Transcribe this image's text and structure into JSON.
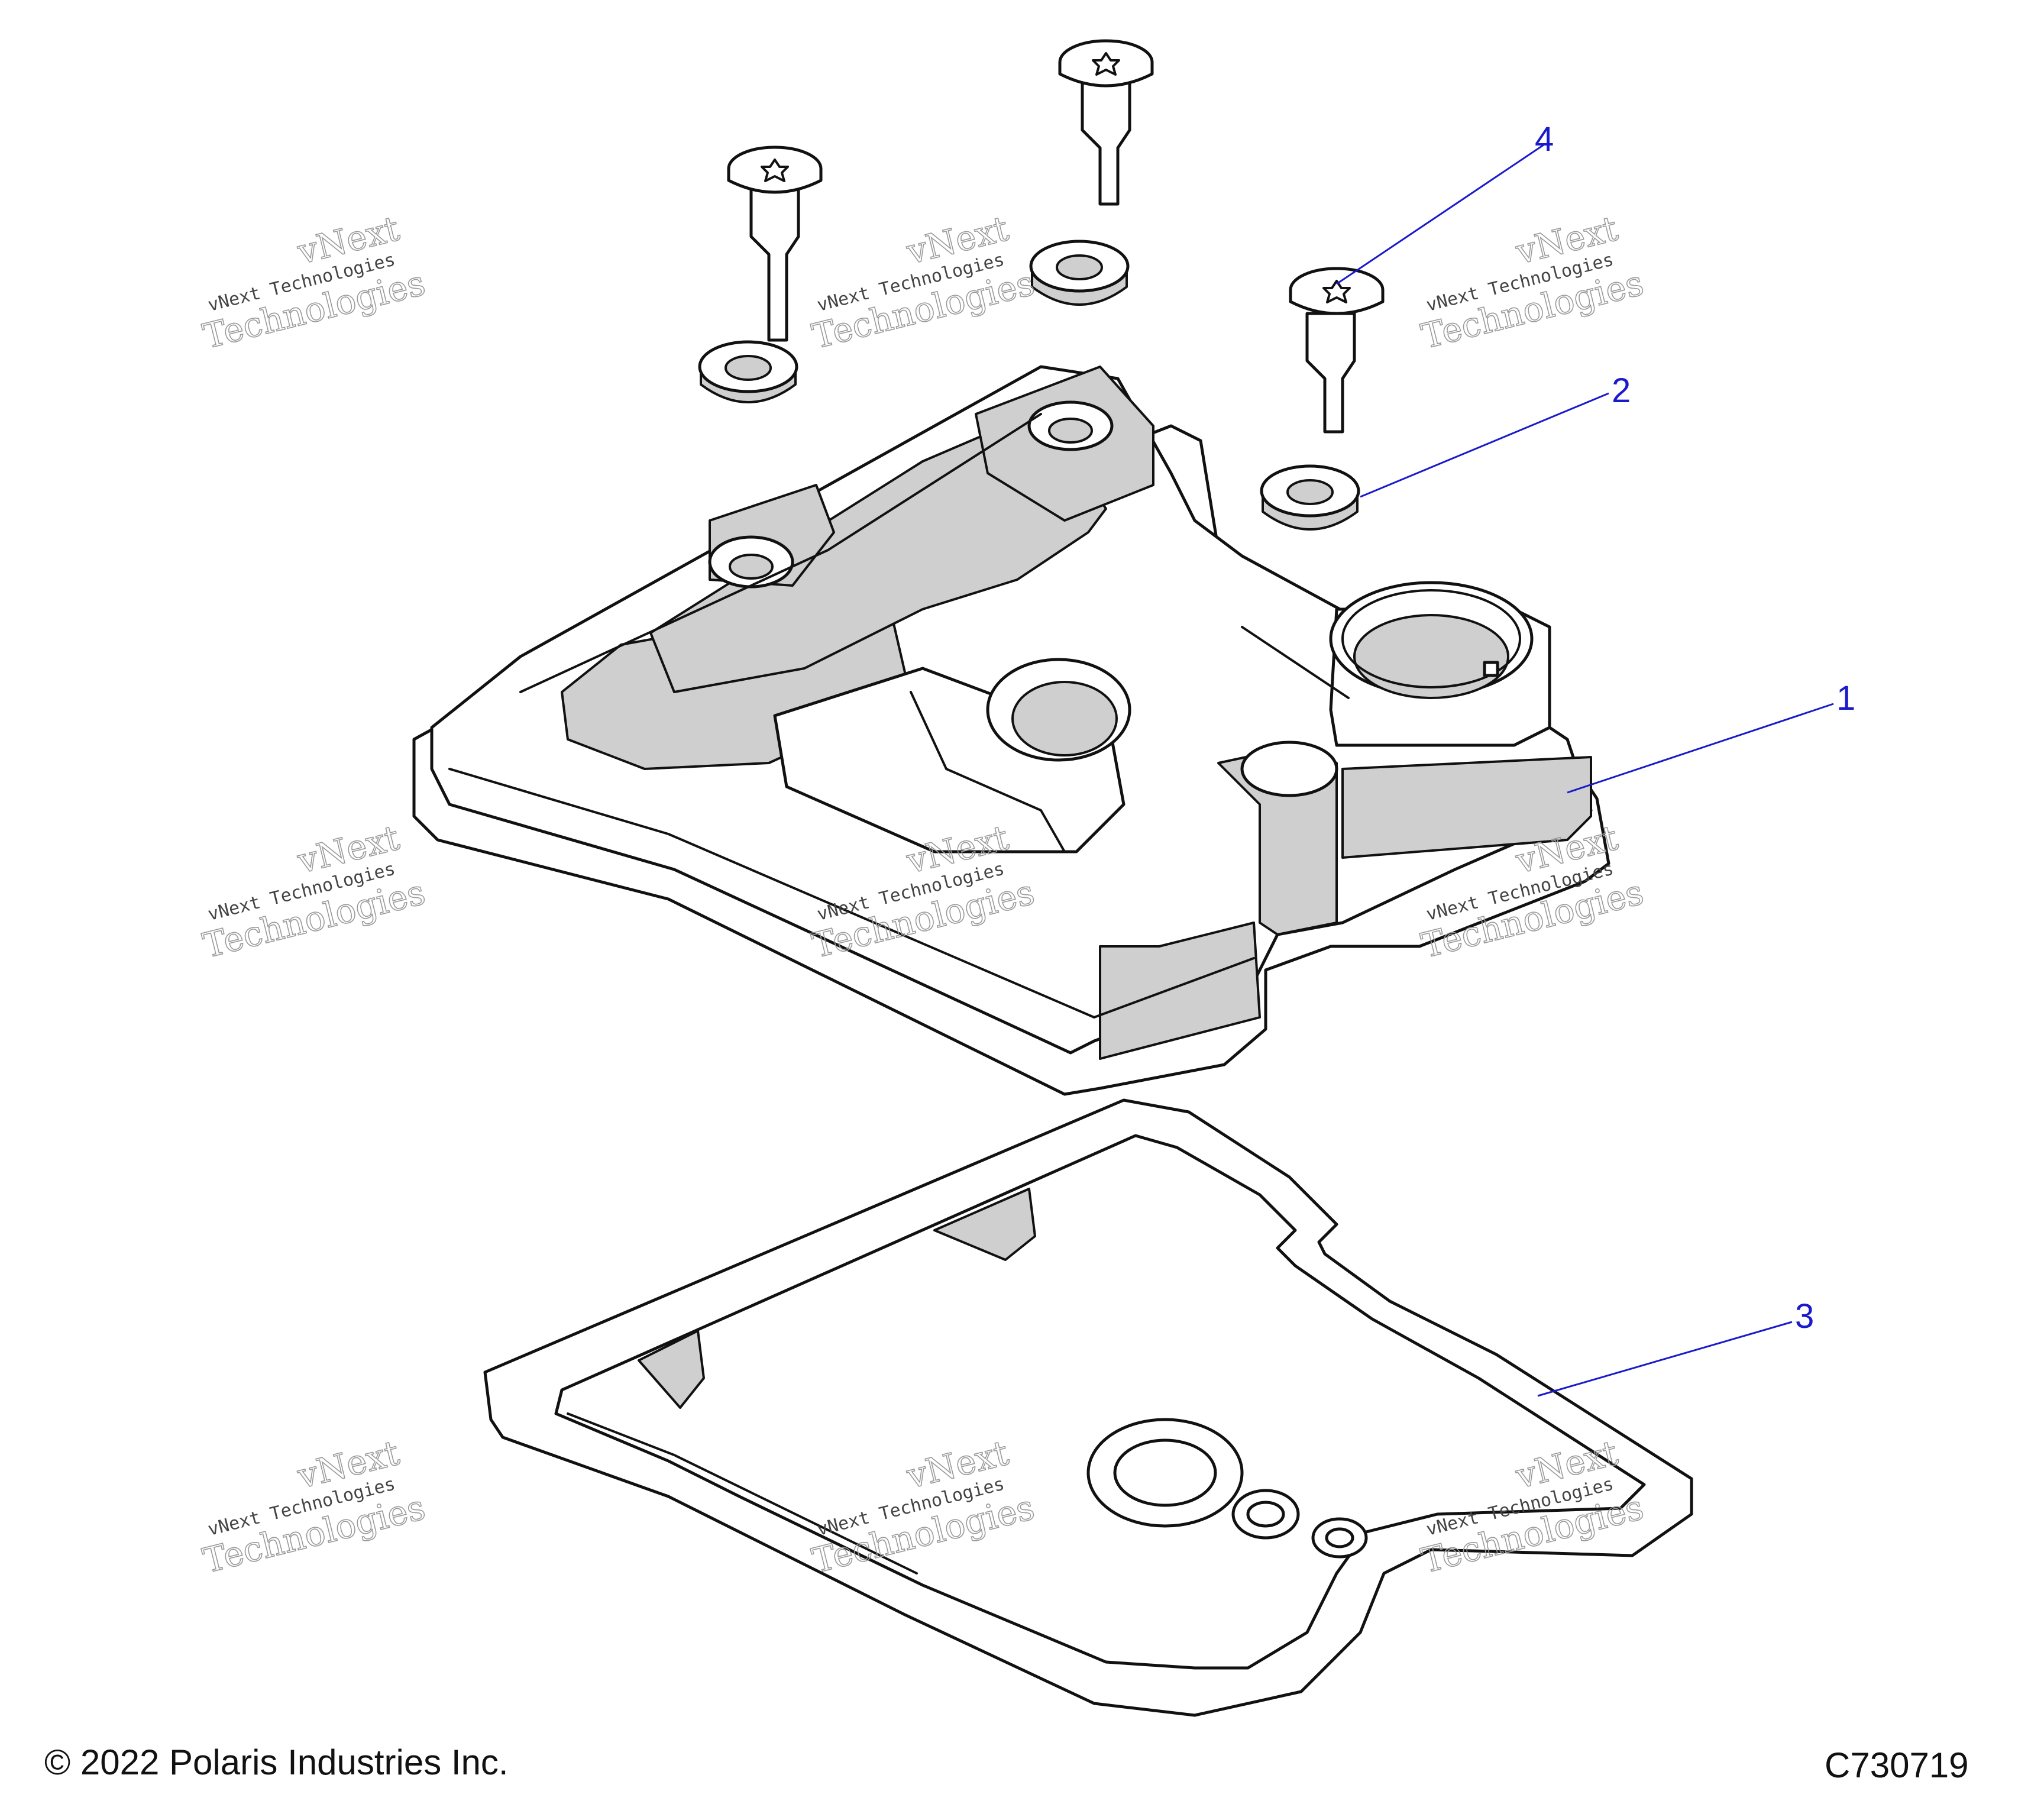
{
  "diagram": {
    "callouts": [
      {
        "id": "1",
        "label": "1"
      },
      {
        "id": "2",
        "label": "2"
      },
      {
        "id": "3",
        "label": "3"
      },
      {
        "id": "4",
        "label": "4"
      }
    ],
    "watermark": {
      "top_line": "vNext",
      "middle_line": "vNext Technologies",
      "bottom_line": "Technologies"
    }
  },
  "footer": {
    "copyright": "© 2022 Polaris Industries Inc.",
    "figure_code": "C730719"
  },
  "colors": {
    "callout": "#1a1acc",
    "outline": "#111111",
    "shade": "#cfcfcf"
  }
}
